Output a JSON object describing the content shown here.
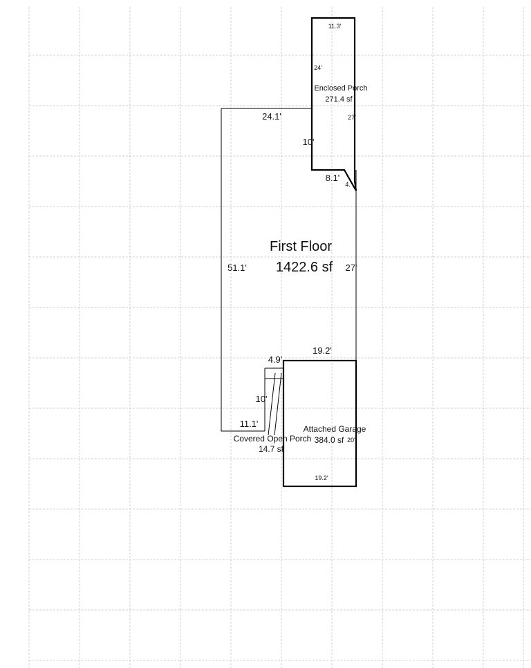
{
  "rooms": {
    "first_floor": {
      "name": "First Floor",
      "area": "1422.6 sf",
      "dims": {
        "top": "24.1'",
        "left": "51.1'",
        "right": "27'",
        "bottom": "11.1'",
        "notch_top": "19.2'",
        "notch_side": "4.9'",
        "notch_left": "10'",
        "porch_side": "10'",
        "porch_bottom": "8.1'",
        "corner": "4.'"
      }
    },
    "enclosed_porch": {
      "name": "Enclosed Porch",
      "area": "271.4 sf",
      "dims": {
        "top": "11.3'",
        "left": "24'",
        "right": "27'"
      }
    },
    "covered_open_porch": {
      "name": "Covered Open Porch",
      "area": "14.7 sf"
    },
    "attached_garage": {
      "name": "Attached Garage",
      "area": "384.0 sf",
      "dims": {
        "bottom": "19.2'",
        "right": "20'"
      }
    }
  },
  "colors": {
    "grid": "#d0d0d0",
    "line": "#000000",
    "background": "#ffffff"
  }
}
